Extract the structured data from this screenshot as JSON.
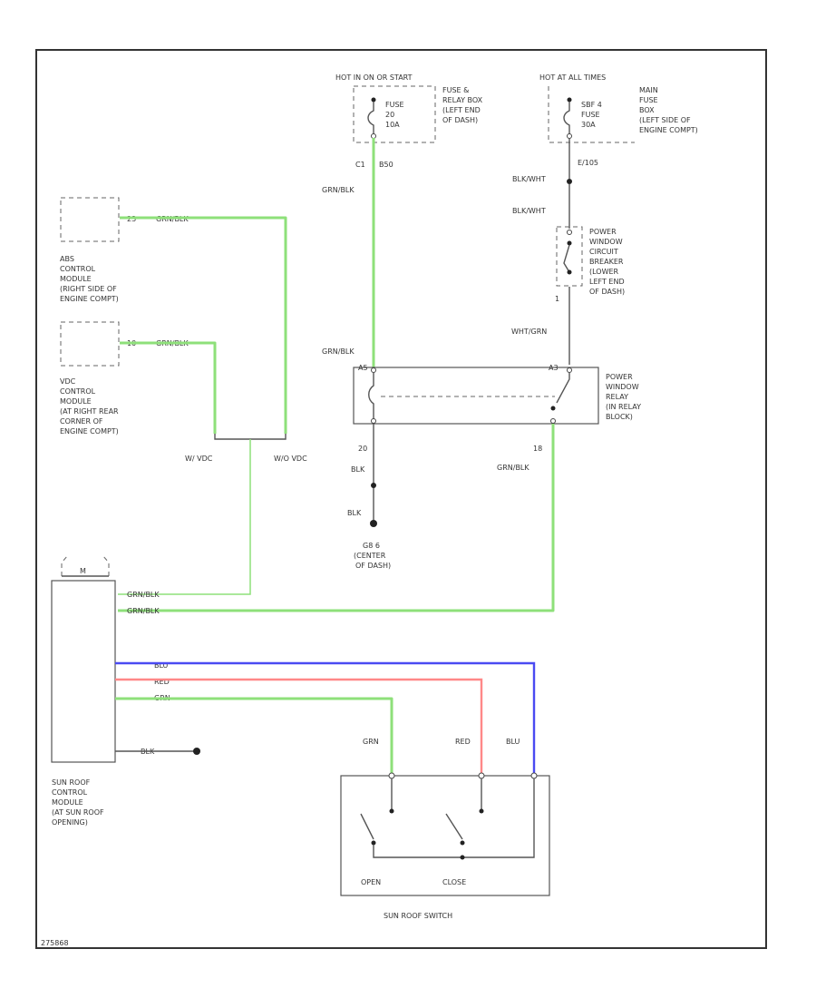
{
  "colors": {
    "green": "#8ee07a",
    "red": "#ff8888",
    "blue": "#4a4af2",
    "line": "#555555"
  },
  "power": {
    "left": {
      "title": "HOT IN ON OR START",
      "fuse": [
        "FUSE",
        "20",
        "10A"
      ],
      "box": [
        "FUSE &",
        "RELAY BOX",
        "(LEFT END",
        "OF DASH)"
      ]
    },
    "right": {
      "title": "HOT AT ALL TIMES",
      "fuse": [
        "SBF 4",
        "FUSE",
        "30A"
      ],
      "box": [
        "MAIN",
        "FUSE",
        "BOX",
        "(LEFT SIDE OF",
        "ENGINE COMPT)"
      ]
    }
  },
  "wires": {
    "c1": "C1",
    "c1_pin": "B50",
    "grn_blk_1": "GRN/BLK",
    "grn_blk_2": "GRN/BLK",
    "blk_wht_pin": "E/105",
    "blk_wht_1": "BLK/WHT",
    "blk_wht_2": "BLK/WHT",
    "wht_grn": "WHT/GRN",
    "pin_1": "1",
    "relay_pin_left": "A5",
    "relay_pin_right": "A3",
    "pin_20": "20",
    "pin_18": "18",
    "blk_1": "BLK",
    "blk_2": "BLK",
    "grn_blk_3": "GRN/BLK",
    "abs_pin": "23",
    "abs_wire": "GRN/BLK",
    "vdc_pin": "10",
    "vdc_wire": "GRN/BLK",
    "vs_vdc": "W/ VDC",
    "wo_vdc": "W/O VDC",
    "m": "M",
    "mod_wire_1": "GRN/BLK",
    "mod_wire_2": "GRN/BLK",
    "blu": "BLU",
    "red": "RED",
    "grn": "GRN",
    "gnd_wire": "BLK",
    "sw_grn": "GRN",
    "sw_red": "RED",
    "sw_blu": "BLU"
  },
  "components": {
    "cb": [
      "POWER",
      "WINDOW",
      "CIRCUIT",
      "BREAKER",
      "(LOWER",
      "LEFT END",
      "OF DASH)"
    ],
    "relay": [
      "POWER",
      "WINDOW",
      "RELAY",
      "(IN RELAY",
      "BLOCK)"
    ],
    "ground": [
      "G8 6",
      "(CENTER",
      "OF DASH)"
    ],
    "abs": [
      "ABS",
      "CONTROL",
      "MODULE",
      "(RIGHT SIDE OF",
      "ENGINE COMPT)"
    ],
    "vdc": [
      "VDC",
      "CONTROL",
      "MODULE",
      "(AT RIGHT REAR",
      "CORNER OF",
      "ENGINE COMPT)"
    ],
    "sunroof_module": [
      "SUN ROOF",
      "CONTROL",
      "MODULE",
      "(AT SUN ROOF",
      "OPENING)"
    ],
    "switch_open": "OPEN",
    "switch_close": "CLOSE",
    "switch_label": "SUN ROOF SWITCH",
    "footer": "275868"
  }
}
